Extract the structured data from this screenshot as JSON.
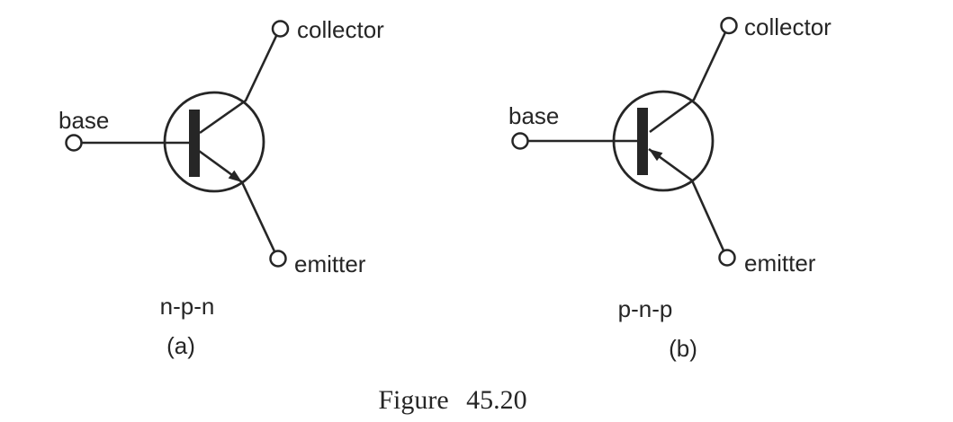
{
  "figure": {
    "caption": "Figure 45.20",
    "ink_color": "#262626",
    "background_color": "#ffffff",
    "diagrams": [
      {
        "id": "a",
        "transistor_type": "n-p-n",
        "index_label": "(a)",
        "labels": {
          "base": "base",
          "collector": "collector",
          "emitter": "emitter"
        },
        "emitter_arrow": "points outward, away from base bar"
      },
      {
        "id": "b",
        "transistor_type": "p-n-p",
        "index_label": "(b)",
        "labels": {
          "base": "base",
          "collector": "collector",
          "emitter": "emitter"
        },
        "emitter_arrow": "points inward, toward base bar"
      }
    ]
  }
}
